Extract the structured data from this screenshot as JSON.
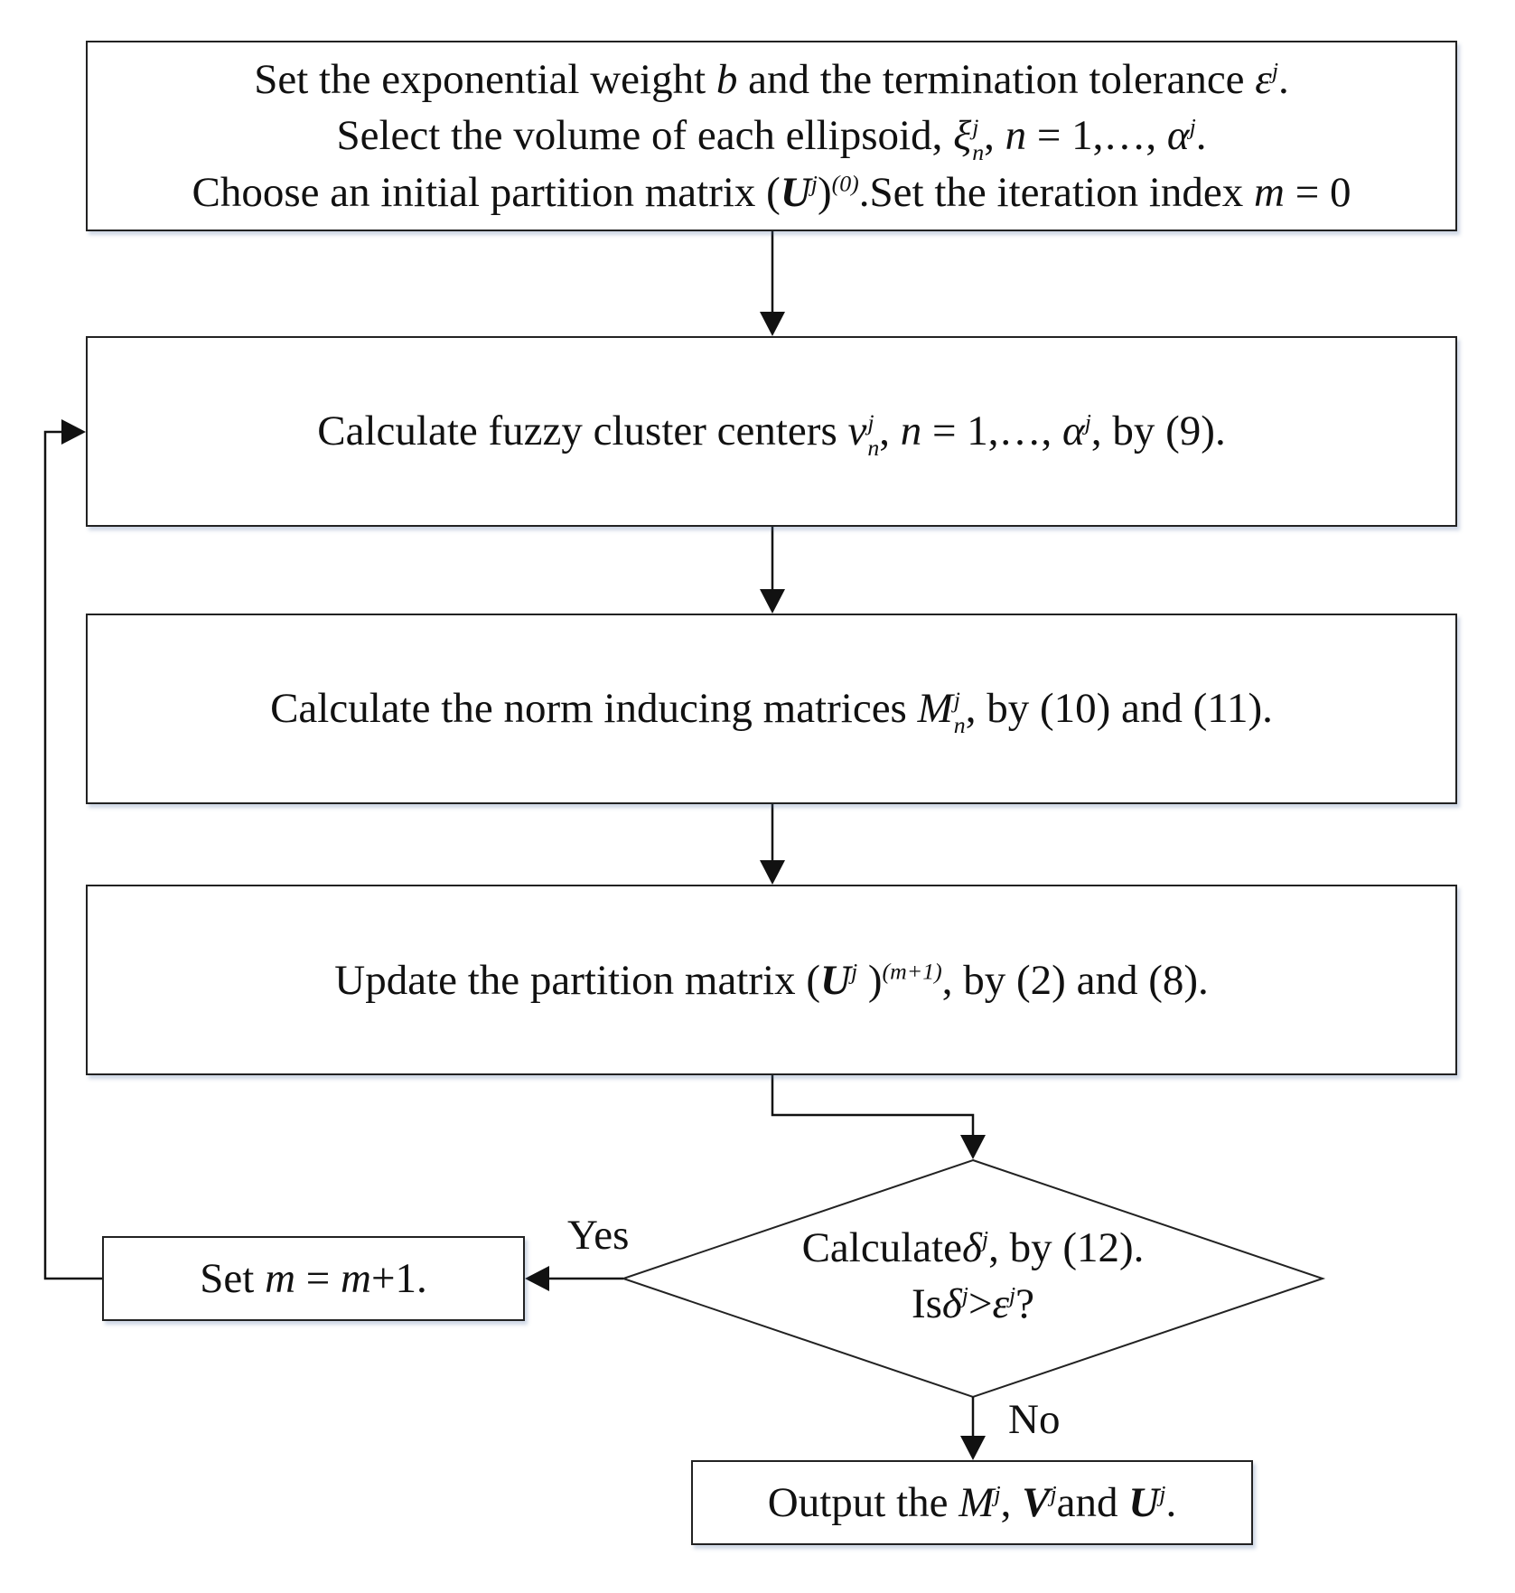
{
  "boxes": {
    "init": {
      "line1_a": "Set the exponential weight ",
      "line1_b": "b",
      "line1_c": " and the termination tolerance ",
      "line1_d": "ε",
      "line1_e": "j",
      "line1_f": ".",
      "line2_a": "Select the volume of each ellipsoid, ",
      "line2_b": "ξ",
      "line2_c": "j",
      "line2_d": "n",
      "line2_e": ", ",
      "line2_f": "n",
      "line2_g": " = 1,…, ",
      "line2_h": "α",
      "line2_i": "j",
      "line2_j": ".",
      "line3_a": "Choose an initial partition matrix (",
      "line3_b": "U",
      "line3_c": "j",
      "line3_d": ")",
      "line3_e": "(0)",
      "line3_f": ".Set the iteration index ",
      "line3_g": "m",
      "line3_h": " = 0"
    },
    "centers": {
      "a": "Calculate fuzzy cluster centers ",
      "b": "v",
      "c": "j",
      "d": "n",
      "e": ", ",
      "f": "n",
      "g": " = 1,…, ",
      "h": "α",
      "i": "j",
      "j": ", by (9)."
    },
    "norm": {
      "a": "Calculate the norm inducing matrices ",
      "b": "M",
      "c": "j",
      "d": "n",
      "e": ", by (10) and (11)."
    },
    "update": {
      "a": "Update the partition matrix (",
      "b": "U",
      "c": "j",
      "d": " )",
      "e": "(m+1)",
      "f": ", by (2) and (8)."
    },
    "setm": {
      "a": "Set ",
      "b": "m",
      "c": " = ",
      "d": "m",
      "e": "+1."
    },
    "output": {
      "a": "Output the ",
      "b": "M",
      "c": "j",
      "d": ", ",
      "e": "V",
      "f": "j",
      "g": "and ",
      "h": "U",
      "i": "j",
      "j": "."
    }
  },
  "decision": {
    "line1_a": "Calculate",
    "line1_b": "δ",
    "line1_c": "j",
    "line1_d": ", by (12).",
    "line2_a": "Is",
    "line2_b": "δ",
    "line2_c": "j",
    "line2_d": ">",
    "line2_e": "ε",
    "line2_f": "j",
    "line2_g": "?"
  },
  "labels": {
    "yes": "Yes",
    "no": "No"
  }
}
